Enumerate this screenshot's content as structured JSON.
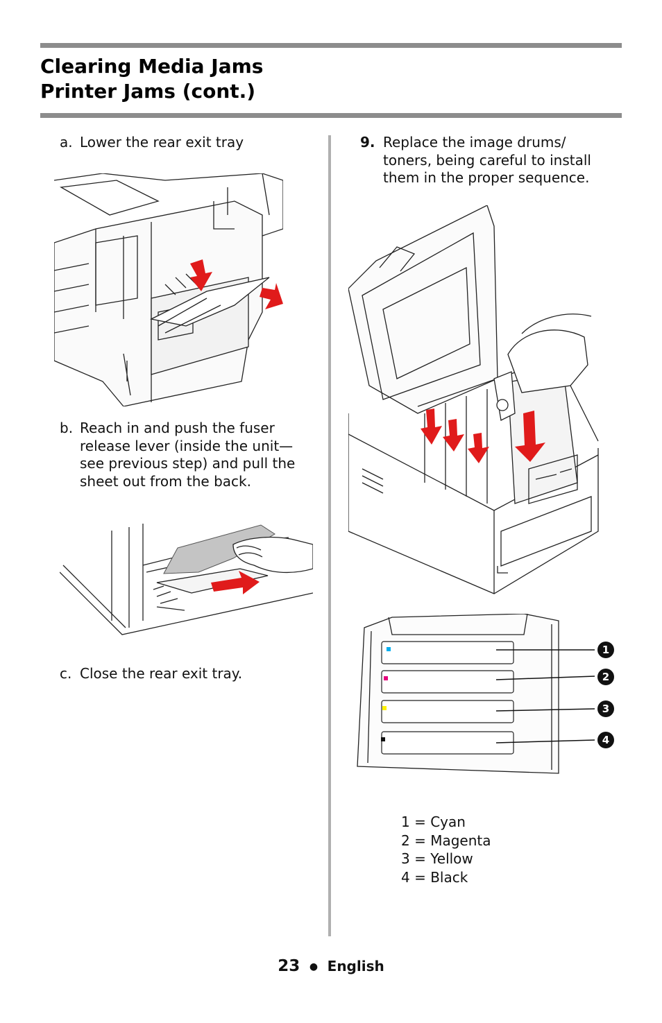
{
  "header": {
    "title_line1": "Clearing Media Jams",
    "title_line2": "Printer Jams  (cont.)"
  },
  "left": {
    "step_a": {
      "label": "a.",
      "text": "Lower the rear exit tray"
    },
    "step_b": {
      "label": "b.",
      "lines": [
        "Reach in and push the fuser",
        "release lever (inside the unit—",
        "see previous step) and pull the",
        "sheet out from the back."
      ]
    },
    "step_c": {
      "label": "c.",
      "text": "Close the rear exit tray."
    }
  },
  "right": {
    "step_9": {
      "label": "9.",
      "lines": [
        "Replace the image drums/",
        "toners, being careful to install",
        "them in the proper sequence."
      ]
    },
    "callouts": [
      "1",
      "2",
      "3",
      "4"
    ],
    "legend": [
      "1 = Cyan",
      "2 = Magenta",
      "3 = Yellow",
      "4 = Black"
    ]
  },
  "colors": {
    "rule": "#8c8c8c",
    "divider": "#b0b0b0",
    "arrow": "#e01b1b",
    "cyan": "#00aeef",
    "magenta": "#e4007c",
    "yellow": "#fff200",
    "black": "#111111"
  },
  "footer": {
    "page": "23",
    "bullet": "●",
    "language": "English"
  }
}
